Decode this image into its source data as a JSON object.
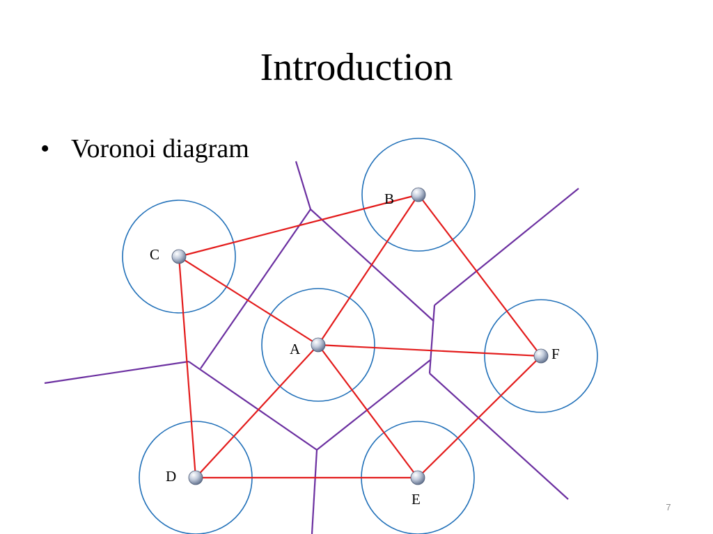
{
  "slide": {
    "title": "Introduction",
    "bullet": "Voronoi diagram",
    "page_number": "7"
  },
  "diagram": {
    "sites": [
      {
        "id": "A",
        "label": "A"
      },
      {
        "id": "B",
        "label": "B"
      },
      {
        "id": "C",
        "label": "C"
      },
      {
        "id": "D",
        "label": "D"
      },
      {
        "id": "E",
        "label": "E"
      },
      {
        "id": "F",
        "label": "F"
      }
    ],
    "delaunay_edges": [
      [
        "C",
        "B"
      ],
      [
        "C",
        "A"
      ],
      [
        "C",
        "D"
      ],
      [
        "A",
        "B"
      ],
      [
        "A",
        "F"
      ],
      [
        "A",
        "D"
      ],
      [
        "A",
        "E"
      ],
      [
        "B",
        "F"
      ],
      [
        "D",
        "E"
      ],
      [
        "E",
        "F"
      ]
    ],
    "colors": {
      "delaunay_edge": "#e31b1b",
      "voronoi_edge": "#6b2fa0",
      "circle": "#1f6fb8",
      "site": "#9aa9c4"
    }
  }
}
